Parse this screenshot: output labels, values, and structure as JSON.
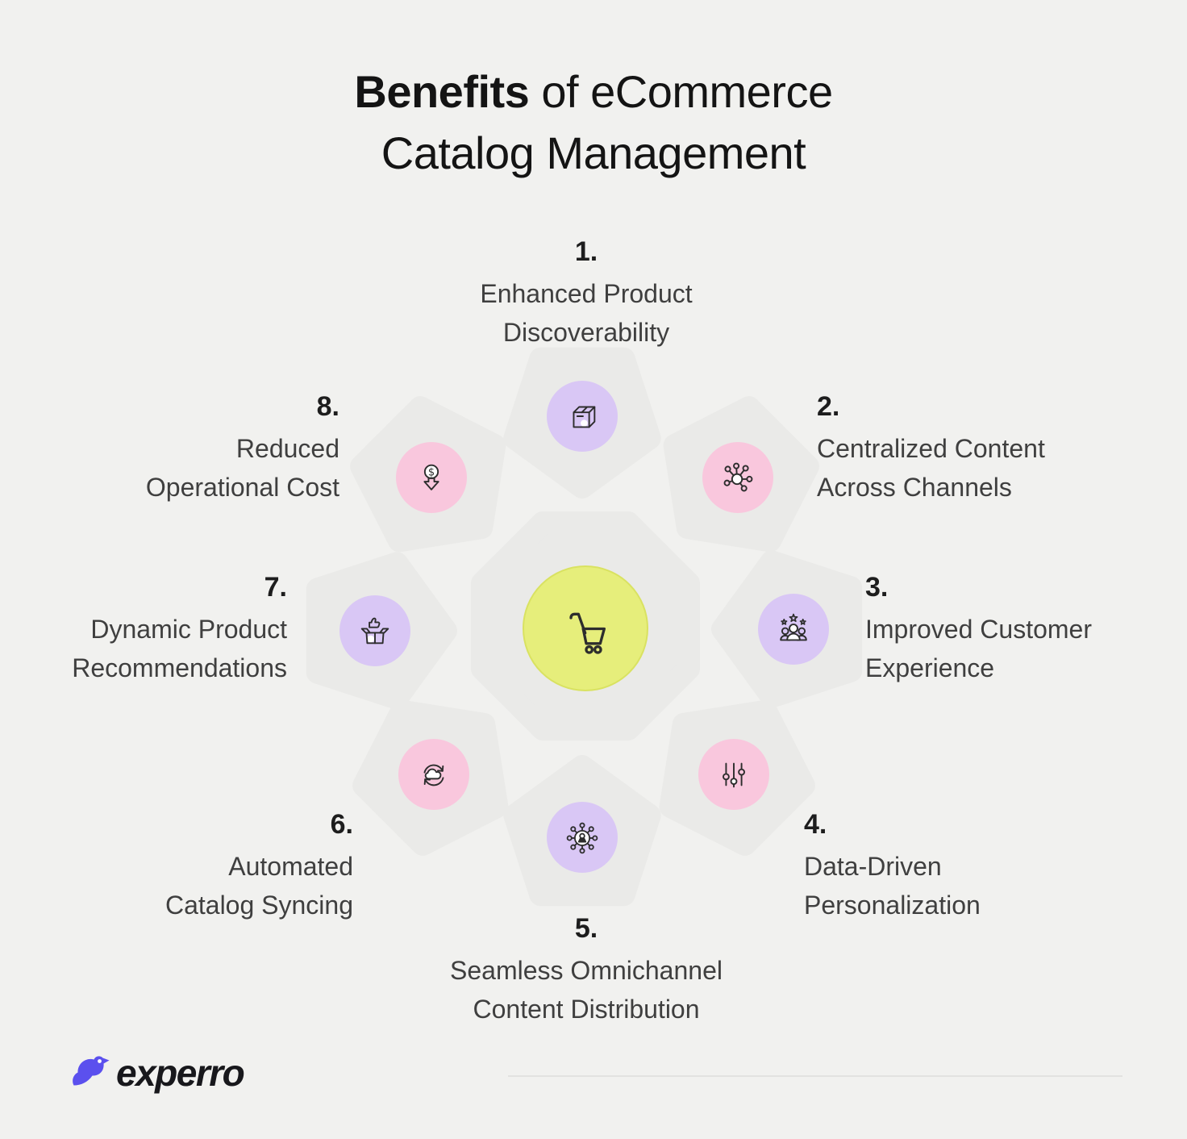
{
  "title": {
    "line1_bold": "Benefits",
    "line1_rest": " of eCommerce",
    "line2": "Catalog Management"
  },
  "center": {
    "icon": "shopping-cart-icon"
  },
  "benefits": [
    {
      "number": "1.",
      "line1": "Enhanced Product",
      "line2": "Discoverability",
      "icon": "package-box-icon",
      "badge_color": "#d9c7f5"
    },
    {
      "number": "2.",
      "line1": "Centralized Content",
      "line2": "Across Channels",
      "icon": "hub-network-icon",
      "badge_color": "#f9c7dd"
    },
    {
      "number": "3.",
      "line1": "Improved Customer",
      "line2": "Experience",
      "icon": "customer-stars-icon",
      "badge_color": "#d9c7f5"
    },
    {
      "number": "4.",
      "line1": "Data-Driven",
      "line2": "Personalization",
      "icon": "sliders-icon",
      "badge_color": "#f9c7dd"
    },
    {
      "number": "5.",
      "line1": "Seamless Omnichannel",
      "line2": "Content Distribution",
      "icon": "person-network-icon",
      "badge_color": "#d9c7f5"
    },
    {
      "number": "6.",
      "line1": "Automated",
      "line2": "Catalog Syncing",
      "icon": "cloud-sync-icon",
      "badge_color": "#f9c7dd"
    },
    {
      "number": "7.",
      "line1": "Dynamic Product",
      "line2": "Recommendations",
      "icon": "thumbsup-box-icon",
      "badge_color": "#d9c7f5"
    },
    {
      "number": "8.",
      "line1": "Reduced",
      "line2": "Operational Cost",
      "icon": "dollar-down-icon",
      "badge_color": "#f9c7dd"
    }
  ],
  "footer": {
    "brand": "experro"
  },
  "colors": {
    "background": "#f1f1ef",
    "shape_gray": "#eaeae8",
    "badge_purple": "#d9c7f5",
    "badge_pink": "#f9c7dd",
    "center_yellow": "#e6ee7b",
    "icon_stroke": "#2d2d2d",
    "brand_purple": "#5b50ee",
    "title_text": "#141414",
    "body_text": "#3f3f3f"
  }
}
